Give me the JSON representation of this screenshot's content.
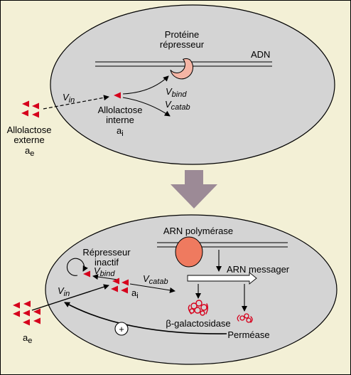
{
  "colors": {
    "background": "#f3f0d6",
    "cell": "#d4d4d4",
    "repressor": "#f5b5a5",
    "polymerase": "#ef7a5f",
    "molecule": "#d6001c",
    "process_arrow": "#9c8a96"
  },
  "top": {
    "protein_line1": "Protéine",
    "protein_line2": "répresseur",
    "dna": "ADN",
    "v_in": {
      "base": "V",
      "sub": "in"
    },
    "v_bind": {
      "base": "V",
      "sub": "bind"
    },
    "v_catab": {
      "base": "V",
      "sub": "catab"
    },
    "internal_line1": "Allolactose",
    "internal_line2": "interne",
    "internal_symbol": {
      "base": "a",
      "sub": "i"
    },
    "external_line1": "Allolactose",
    "external_line2": "externe",
    "external_symbol": {
      "base": "a",
      "sub": "e"
    }
  },
  "bottom": {
    "polymerase": "ARN polymérase",
    "messenger": "ARN messager",
    "repressor_line1": "Répresseur",
    "repressor_line2": "inactif",
    "v_bind": {
      "base": "V",
      "sub": "bind"
    },
    "v_catab": {
      "base": "V",
      "sub": "catab"
    },
    "v_in": {
      "base": "V",
      "sub": "in"
    },
    "internal_symbol": {
      "base": "a",
      "sub": "i"
    },
    "external_symbol": {
      "base": "a",
      "sub": "e"
    },
    "galactosidase": "β-galactosidase",
    "permease": "Perméase",
    "plus_sign": "+"
  }
}
